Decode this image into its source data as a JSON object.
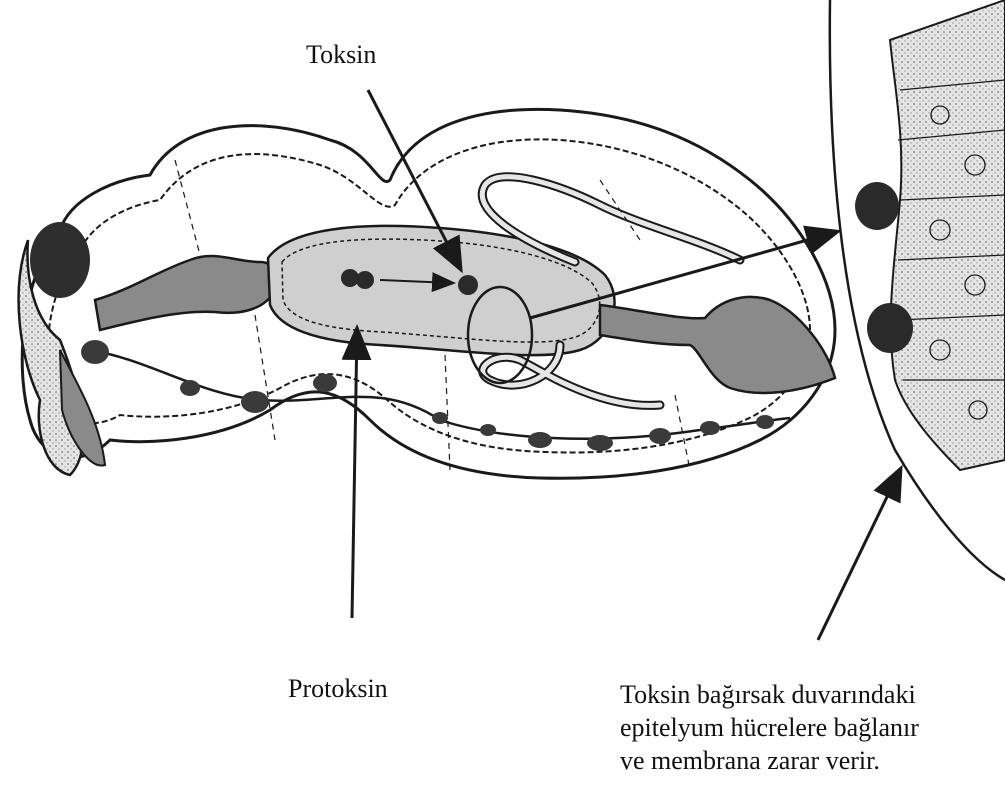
{
  "labels": {
    "toxin": "Toksin",
    "protoxin": "Protoksin",
    "binding": [
      "Toksin bağırsak duvarındaki",
      "epitelyum hücrelere bağlanır",
      "ve membrana zarar verir."
    ]
  },
  "colors": {
    "ink": "#1a1a1a",
    "gut_fill": "#cfcfcf",
    "dark_fill": "#8a8a8a",
    "particle": "#2a2a2a",
    "tissue": "#d9d9d9"
  }
}
